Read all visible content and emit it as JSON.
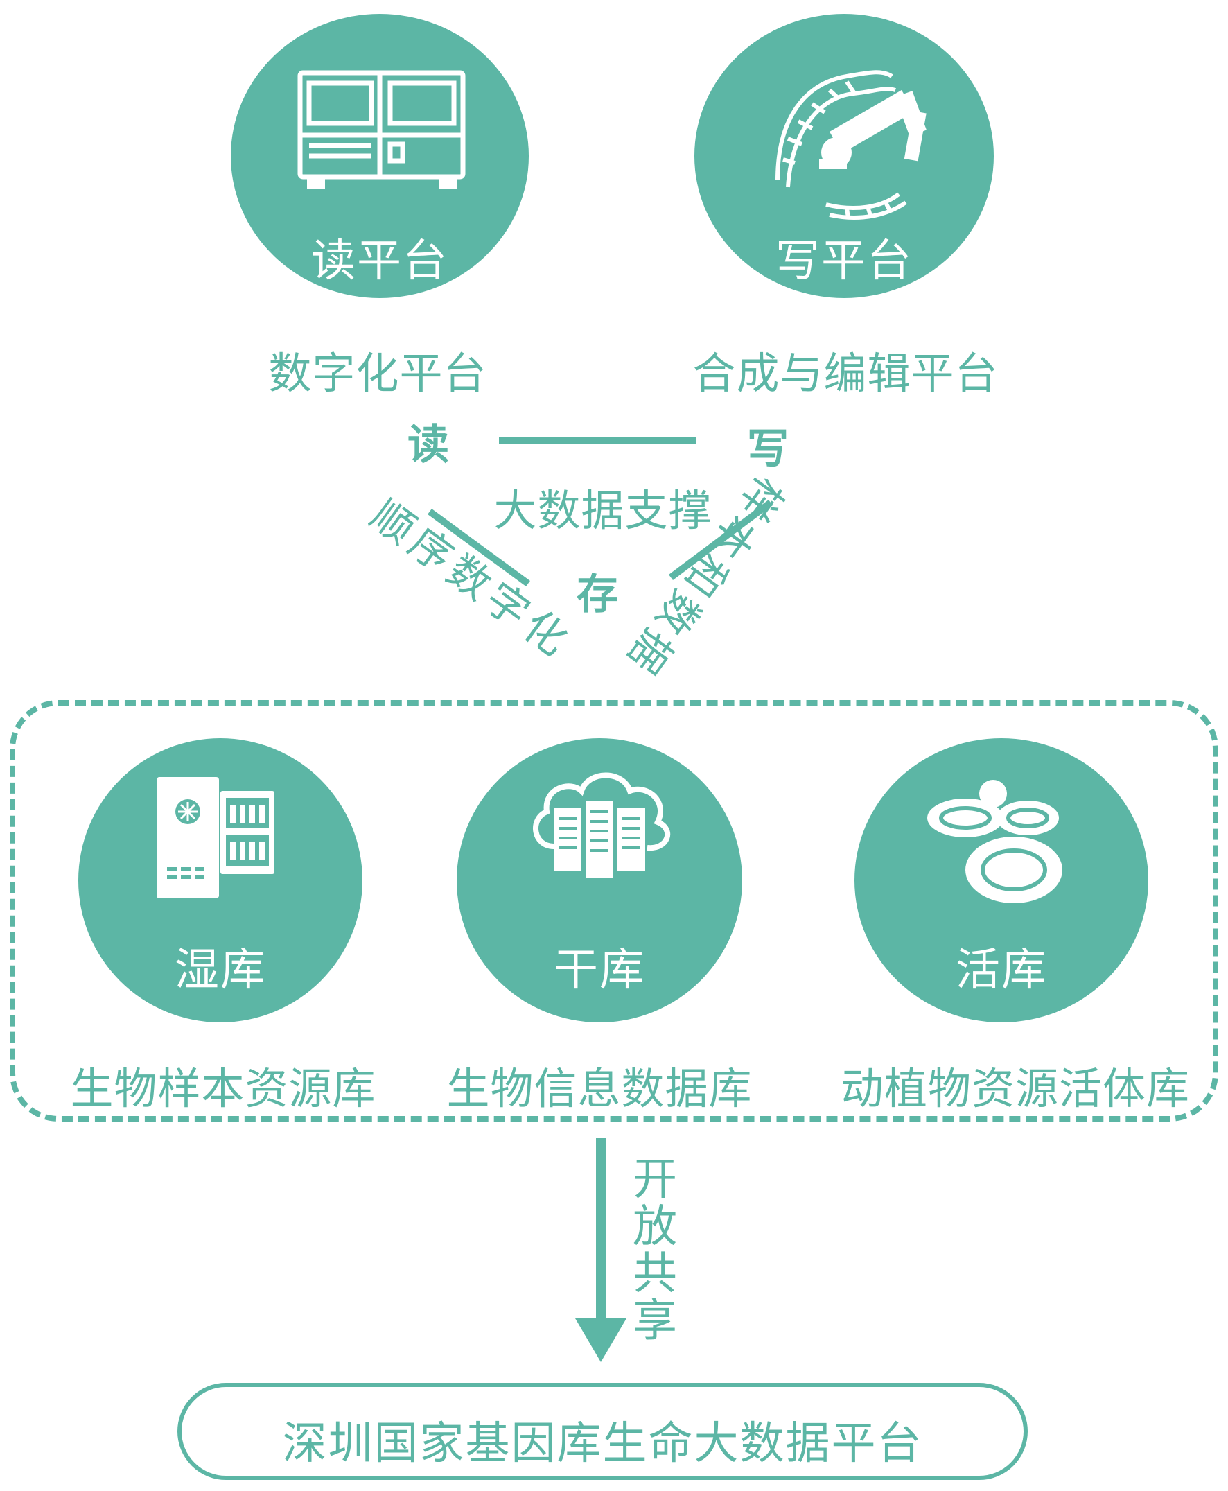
{
  "colors": {
    "accent": "#5cb6a5",
    "background": "#ffffff"
  },
  "top": {
    "read": {
      "circle_label": "读平台",
      "caption": "数字化平台",
      "icon": "sequencer-machine-icon"
    },
    "write": {
      "circle_label": "写平台",
      "caption": "合成与编辑平台",
      "icon": "dna-robot-arm-icon"
    }
  },
  "triangle": {
    "read": "读",
    "write": "写",
    "store": "存",
    "top_edge": "大数据支撑",
    "left_edge": "顺序数字化",
    "right_edge": "样本和数据"
  },
  "libraries": {
    "wet": {
      "circle_label": "湿库",
      "caption": "生物样本资源库",
      "icon": "freezer-icon"
    },
    "dry": {
      "circle_label": "干库",
      "caption": "生物信息数据库",
      "icon": "cloud-server-icon"
    },
    "live": {
      "circle_label": "活库",
      "caption": "动植物资源活体库",
      "icon": "cells-icon"
    }
  },
  "arrow_label": "开放共享",
  "bottom": {
    "label": "深圳国家基因库生命大数据平台"
  }
}
